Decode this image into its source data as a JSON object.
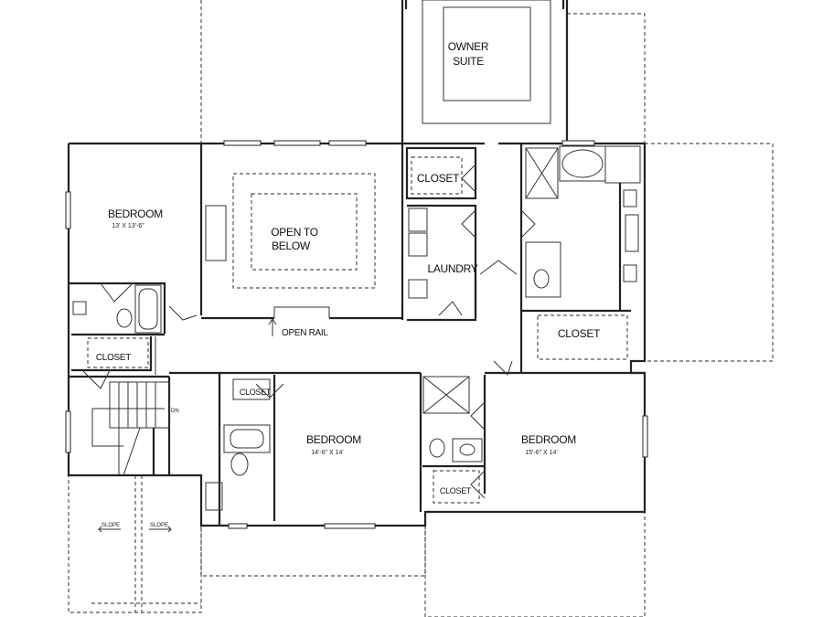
{
  "rooms": {
    "owner_suite": {
      "line1": "OWNER",
      "line2": "SUITE"
    },
    "bedroom_left": {
      "label": "BEDROOM",
      "dims": "13' X 13'-6\""
    },
    "open_to_below": {
      "line1": "OPEN TO",
      "line2": "BELOW"
    },
    "closet_top": {
      "label": "CLOSET"
    },
    "laundry": {
      "label": "LAUNDRY"
    },
    "closet_owner": {
      "label": "CLOSET"
    },
    "closet_left": {
      "label": "CLOSET"
    },
    "closet_mid": {
      "label": "CLOSET"
    },
    "bedroom_mid": {
      "label": "BEDROOM",
      "dims": "14'-6\" X 14'"
    },
    "bedroom_right": {
      "label": "BEDROOM",
      "dims": "15'-6\" X 14'"
    },
    "closet_right": {
      "label": "CLOSET"
    }
  },
  "annotations": {
    "open_rail": "OPEN RAIL",
    "stairs_down": "DN",
    "slope_left": "SLOPE",
    "slope_right": "SLOPE"
  }
}
